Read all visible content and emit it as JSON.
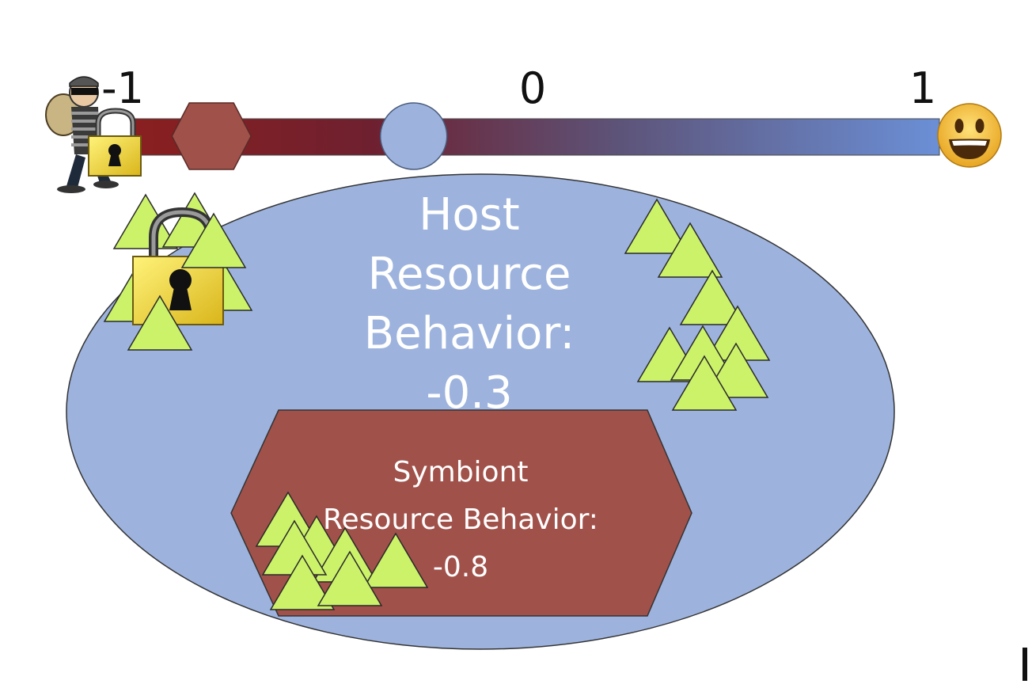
{
  "scale": {
    "min_label": "-1",
    "mid_label": "0",
    "max_label": "1",
    "min": -1,
    "max": 1,
    "gradient": [
      "#8a1f1f",
      "#6b8fd6"
    ]
  },
  "host": {
    "lines": [
      "Host",
      "Resource",
      "Behavior:",
      "-0.3"
    ],
    "value": -0.3,
    "color": "#9db3dd"
  },
  "symbiont": {
    "lines": [
      "Symbiont",
      "Resource Behavior:",
      "-0.8"
    ],
    "value": -0.8,
    "color": "#a0514a"
  },
  "icons": {
    "thief": "thief-icon",
    "lock": "padlock-icon",
    "happy": "smiley-face-icon",
    "resource": "resource-triangle-icon"
  }
}
